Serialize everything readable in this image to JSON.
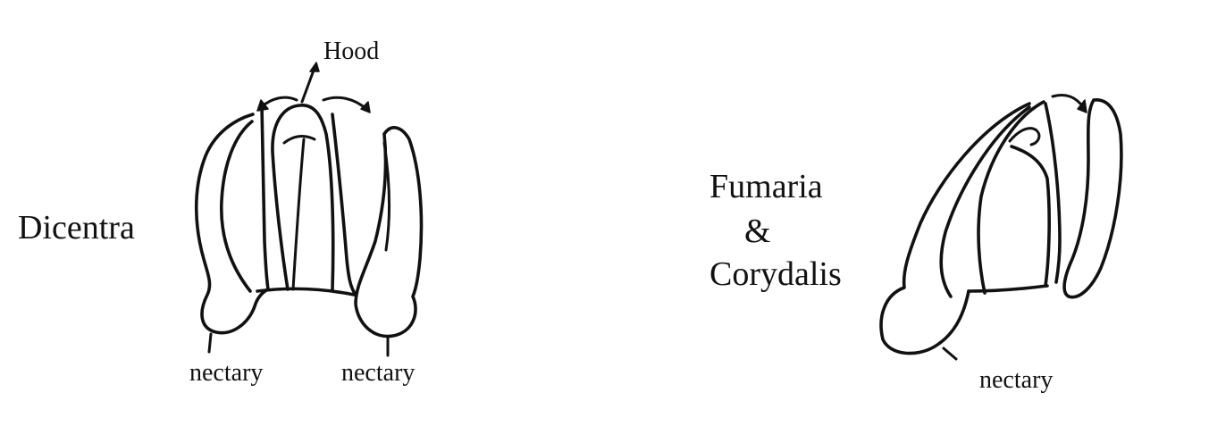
{
  "diagrams": {
    "dicentra": {
      "name": "Dicentra",
      "hood_label": "Hood",
      "nectary_left": "nectary",
      "nectary_right": "nectary"
    },
    "fumaria_corydalis": {
      "name_line1": "Fumaria",
      "name_line2": "&",
      "name_line3": "Corydalis",
      "nectary": "nectary"
    }
  },
  "colors": {
    "ink": "#111111",
    "background": "#ffffff"
  }
}
